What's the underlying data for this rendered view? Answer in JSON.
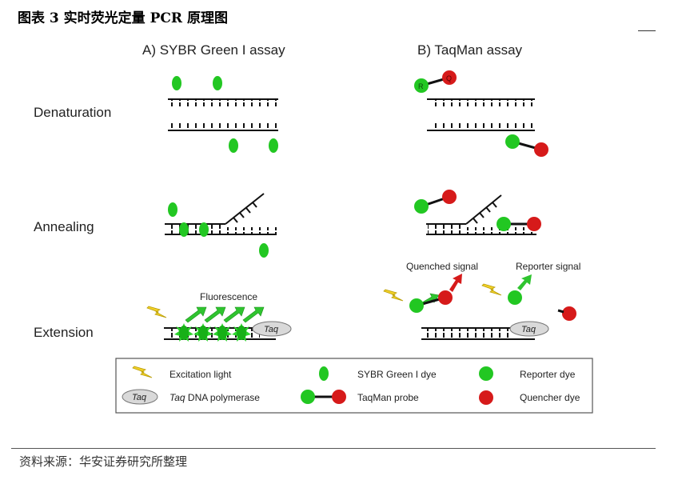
{
  "figure": {
    "title": "图表 3 实时荧光定量 PCR 原理图",
    "panel_a": "A) SYBR Green I assay",
    "panel_b": "B) TaqMan assay",
    "stages": {
      "denaturation": "Denaturation",
      "annealing": "Annealing",
      "extension": "Extension"
    },
    "annotations": {
      "fluorescence": "Fluorescence",
      "quenched_signal": "Quenched signal",
      "reporter_signal": "Reporter signal",
      "taq_a": "Taq",
      "taq_b": "Taq",
      "r": "R",
      "q": "Q"
    },
    "legend": {
      "excitation": "Excitation light",
      "sybr": "SYBR Green I dye",
      "reporter": "Reporter dye",
      "taq_label": "Taq",
      "taq_italic": "Taq",
      "taq_rest": " DNA polymerase",
      "probe": "TaqMan probe",
      "quencher": "Quencher dye"
    },
    "colors": {
      "green": "#22c722",
      "red": "#d61a1a",
      "strand": "#111111"
    }
  },
  "source": "资料来源：华安证券研究所整理"
}
